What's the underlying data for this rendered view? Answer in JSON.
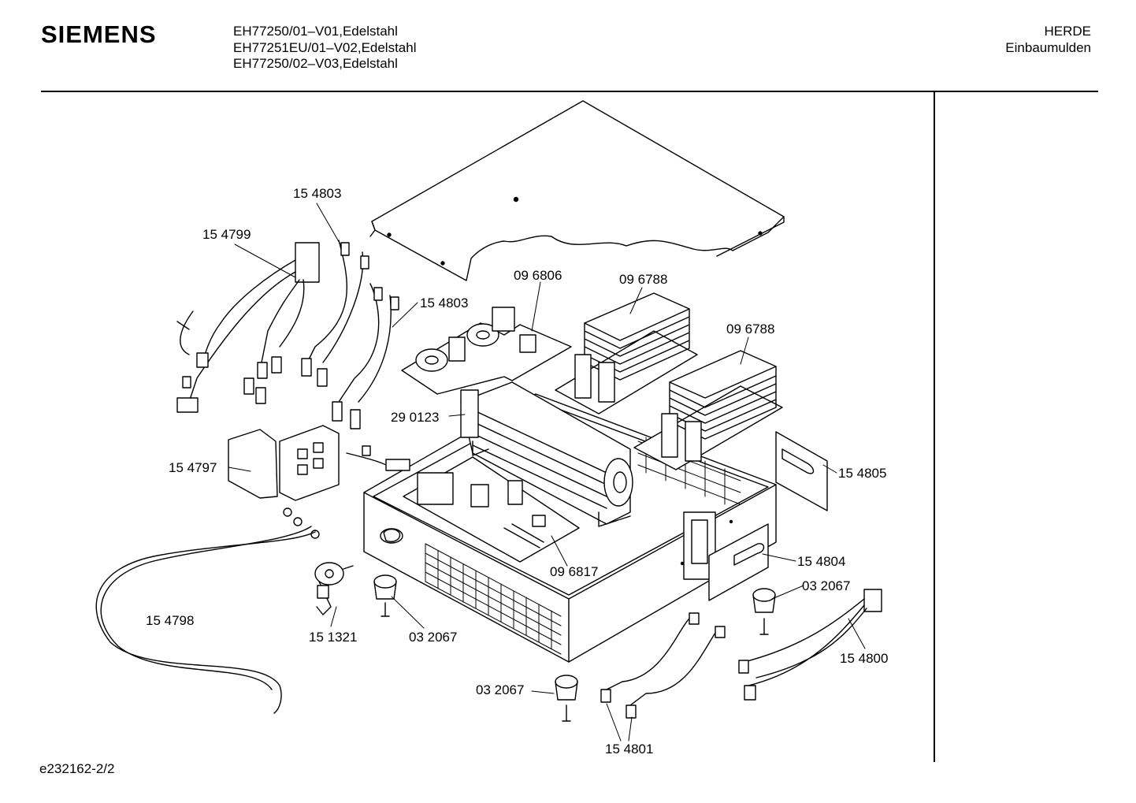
{
  "header": {
    "brand": "SIEMENS",
    "models": [
      "EH77250/01–V01,Edelstahl",
      "EH77251EU/01–V02,Edelstahl",
      "EH77250/02–V03,Edelstahl"
    ],
    "category": "HERDE",
    "subcategory": "Einbaumulden"
  },
  "parts": [
    {
      "id": "lid",
      "label": ""
    },
    {
      "id": "p154803a",
      "label": "15 4803"
    },
    {
      "id": "p154799",
      "label": "15 4799"
    },
    {
      "id": "p154803b",
      "label": "15 4803"
    },
    {
      "id": "p096806",
      "label": "09 6806"
    },
    {
      "id": "p096788a",
      "label": "09 6788"
    },
    {
      "id": "p096788b",
      "label": "09 6788"
    },
    {
      "id": "p290123",
      "label": "29 0123"
    },
    {
      "id": "p154797",
      "label": "15 4797"
    },
    {
      "id": "p154805",
      "label": "15 4805"
    },
    {
      "id": "p154804",
      "label": "15 4804"
    },
    {
      "id": "p096817",
      "label": "09 6817"
    },
    {
      "id": "p032067a",
      "label": "03 2067"
    },
    {
      "id": "p154798",
      "label": "15 4798"
    },
    {
      "id": "p151321",
      "label": "15 1321"
    },
    {
      "id": "p032067b",
      "label": "03 2067"
    },
    {
      "id": "p154800",
      "label": "15 4800"
    },
    {
      "id": "p032067c",
      "label": "03 2067"
    },
    {
      "id": "p154801",
      "label": "15 4801"
    }
  ],
  "footer": {
    "drawing_id": "e232162-2/2"
  }
}
